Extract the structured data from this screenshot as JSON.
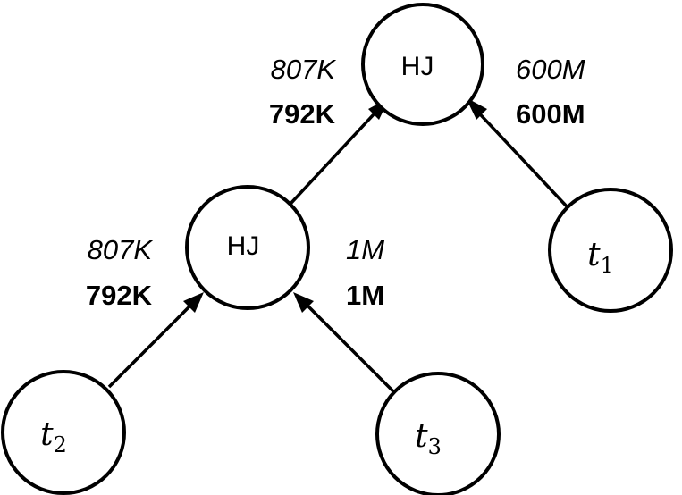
{
  "nodes": {
    "top_join": {
      "label": "HJ"
    },
    "mid_join": {
      "label": "HJ"
    },
    "t1": {
      "base": "t",
      "sub": "1"
    },
    "t2": {
      "base": "t",
      "sub": "2"
    },
    "t3": {
      "base": "t",
      "sub": "3"
    }
  },
  "edges": {
    "mid_to_top": {
      "estimate": "807K",
      "actual": "792K"
    },
    "t1_to_top": {
      "estimate": "600M",
      "actual": "600M"
    },
    "t2_to_mid": {
      "estimate": "807K",
      "actual": "792K"
    },
    "t3_to_mid": {
      "estimate": "1M",
      "actual": "1M"
    }
  }
}
